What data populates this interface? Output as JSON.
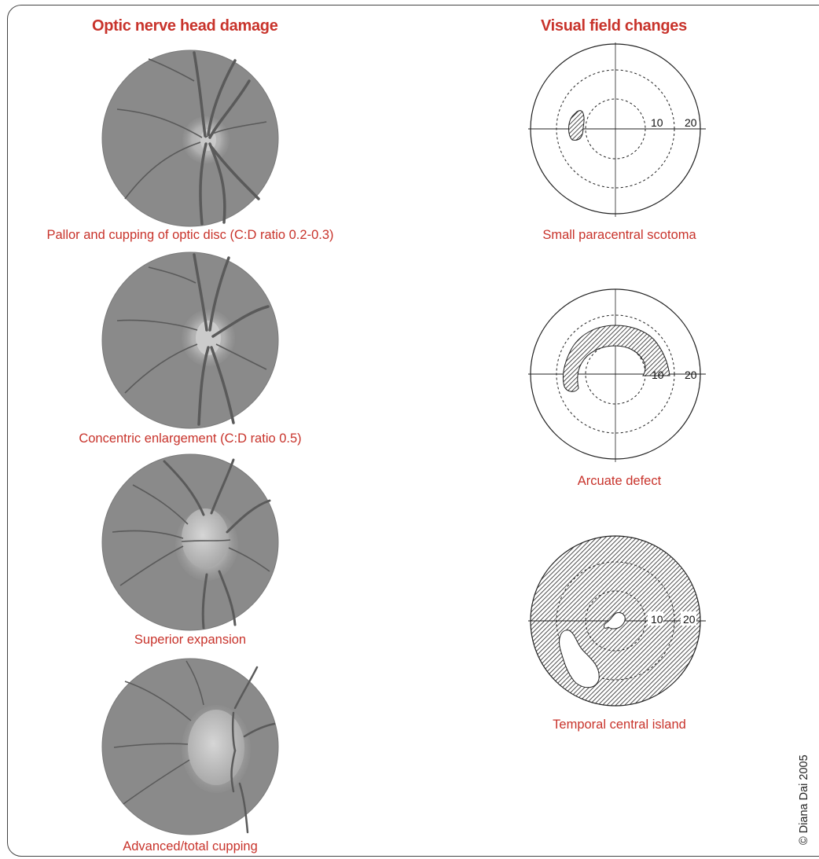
{
  "headings": {
    "left": "Optic nerve head damage",
    "right": "Visual field changes"
  },
  "optic_discs": [
    {
      "caption": "Pallor and cupping of optic disc (C:D ratio 0.2-0.3)"
    },
    {
      "caption": "Concentric enlargement (C:D ratio 0.5)"
    },
    {
      "caption": "Superior expansion"
    },
    {
      "caption": "Advanced/total cupping"
    }
  ],
  "visual_fields": [
    {
      "caption": "Small paracentral scotoma",
      "labels": [
        "10",
        "20"
      ]
    },
    {
      "caption": "Arcuate defect",
      "labels": [
        "10",
        "20"
      ]
    },
    {
      "caption": "Temporal central island",
      "labels": [
        "10",
        "20"
      ]
    }
  ],
  "copyright": "© Diana Dai 2005",
  "colors": {
    "accent": "#c8332b",
    "fundus": "#8a8a8a",
    "vessel": "#5a5a5a"
  }
}
